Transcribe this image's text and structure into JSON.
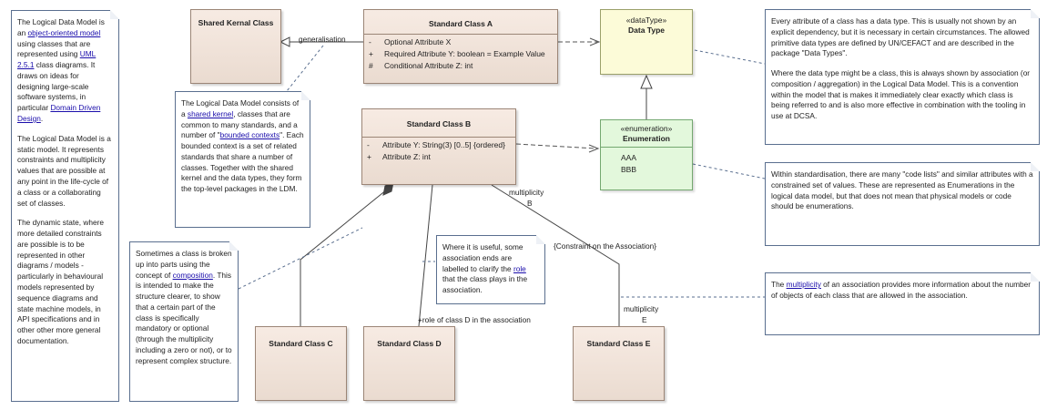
{
  "notes": {
    "left": {
      "p1": {
        "t1": "The Logical Data Model is an ",
        "link1": "object-oriented model",
        "t2": " using classes that are represented using ",
        "link2": "UML 2.5.1",
        "t3": " class diagrams. It draws on ideas for designing large-scale software systems, in particular ",
        "link3": "Domain Driven Design",
        "t4": "."
      },
      "p2": "The Logical Data Model is a static model. It represents constraints and multiplicity values that are possible at any point in the life-cycle of a class or a collaborating set of classes.",
      "p3": "The dynamic state, where more detailed constraints are possible is to be represented in other diagrams / models - particularly in behavioural models represented by sequence diagrams and state machine models, in API specifications and in other other more general documentation."
    },
    "shared_kernel": {
      "t1": "The Logical Data Model consists of a ",
      "link1": "shared kernel",
      "t2": ", classes that are common to many standards, and a number of \"",
      "link2": "bounded contexts",
      "t3": "\". Each bounded context is a set of related standards that share a number of classes. Together with the shared kernel and the data types, they form the top-level packages in the LDM."
    },
    "composition": {
      "t1": "Sometimes a class is broken up into parts using the concept of ",
      "link1": "composition",
      "t2": ". This is intended to make the structure clearer, to show that a certain part of the class is specifically mandatory or optional (through the multiplicity including a zero or not), or to represent complex structure."
    },
    "role": {
      "t1": "Where it is useful, some association ends are labelled to clarify the ",
      "link1": "role",
      "t2": " that the class plays in the association."
    },
    "datatype": {
      "p1": "Every attribute of a class has a data type. This is usually not shown by an explicit dependency, but it is necessary in certain circumstances. The allowed primitive data types are defined by UN/CEFACT and are described in the package \"Data Types\".",
      "p2": "Where the data type might be a class, this is always shown by association (or composition / aggregation) in the Logical Data Model. This is a convention within the model that is makes it immediately clear exactly which class is being referred to and is also more effective in combination with the tooling in use at DCSA."
    },
    "enumeration": "Within standardisation, there are many \"code lists\" and similar attributes with a constrained set of values. These are represented as Enumerations in the logical data model, but that does not mean that physical models or code should be enumerations.",
    "multiplicity": {
      "link1": "multiplicity",
      "t1": "The ",
      "t2": " of an association provides more information about the number of objects of each class that are allowed in the association."
    }
  },
  "classes": {
    "shared_kernel": {
      "title": "Shared Kernal Class"
    },
    "a": {
      "title": "Standard Class A",
      "attributes": [
        {
          "vis": "-",
          "text": "Optional Attribute X"
        },
        {
          "vis": "+",
          "text": "Required Attribute Y: boolean = Example Value"
        },
        {
          "vis": "#",
          "text": "Conditional Attribute Z: int"
        }
      ]
    },
    "b": {
      "title": "Standard Class B",
      "attributes": [
        {
          "vis": "-",
          "text": "Attribute Y: String(3) [0..5] {ordered}"
        },
        {
          "vis": "+",
          "text": "Attribute Z: int"
        }
      ]
    },
    "c": {
      "title": "Standard Class C"
    },
    "d": {
      "title": "Standard Class D"
    },
    "e": {
      "title": "Standard Class E"
    }
  },
  "datatype": {
    "stereotype": "«dataType»",
    "name": "Data Type"
  },
  "enumeration": {
    "stereotype": "«enumeration»",
    "name": "Enumeration",
    "literals": [
      "AAA",
      "BBB"
    ]
  },
  "labels": {
    "generalisation": "generalisation",
    "multiplicity_b_label": "multiplicity",
    "multiplicity_b_value": "B",
    "constraint": "{Constraint on the Association}",
    "role_d": "+role of class D in the association",
    "multiplicity_e_label": "multiplicity",
    "multiplicity_e_value": "E"
  }
}
